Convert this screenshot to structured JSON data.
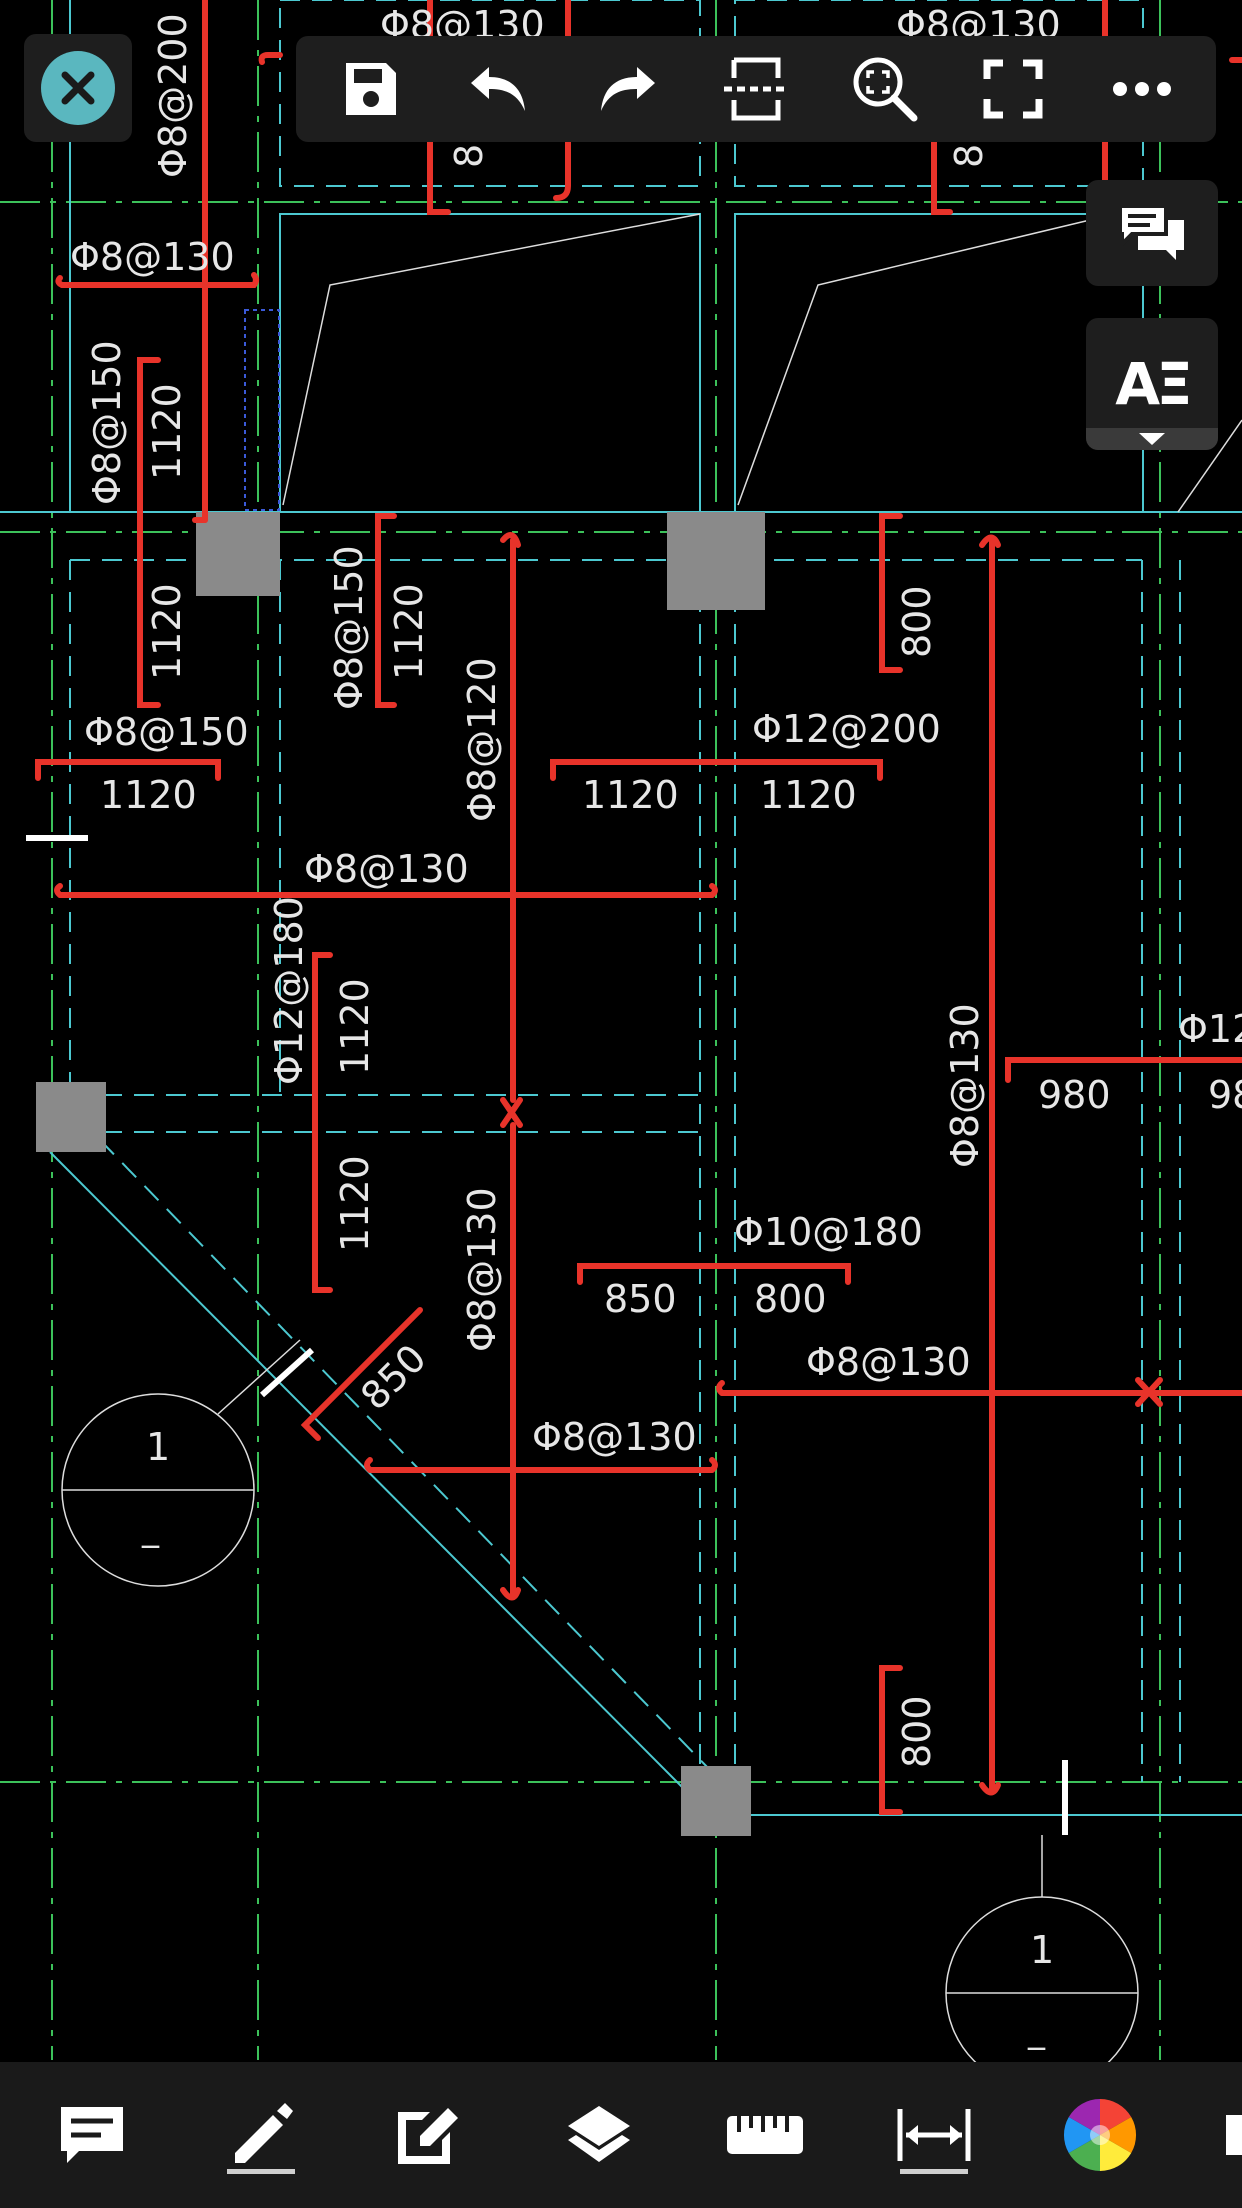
{
  "drawing": {
    "annotations": [
      {
        "id": "t1",
        "text": "Φ8@130"
      },
      {
        "id": "t2",
        "text": "Φ8@130"
      },
      {
        "id": "t3",
        "text": "Φ8@200"
      },
      {
        "id": "t4",
        "text": "8"
      },
      {
        "id": "t5",
        "text": "8"
      },
      {
        "id": "t6",
        "text": "Φ8@130"
      },
      {
        "id": "t7",
        "text": "Φ8@150"
      },
      {
        "id": "t8",
        "text": "1120"
      },
      {
        "id": "t9",
        "text": "1120"
      },
      {
        "id": "t10",
        "text": "Φ8@150"
      },
      {
        "id": "t11",
        "text": "1120"
      },
      {
        "id": "t12",
        "text": "800"
      },
      {
        "id": "t13",
        "text": "Φ8@120"
      },
      {
        "id": "t14",
        "text": "Φ8@150"
      },
      {
        "id": "t15",
        "text": "1120"
      },
      {
        "id": "t16",
        "text": "Φ12@200"
      },
      {
        "id": "t17",
        "text": "1120"
      },
      {
        "id": "t18",
        "text": "1120"
      },
      {
        "id": "t19",
        "text": "Φ8@130"
      },
      {
        "id": "t20",
        "text": "Φ12@180"
      },
      {
        "id": "t21",
        "text": "1120"
      },
      {
        "id": "t22",
        "text": "1120"
      },
      {
        "id": "t23",
        "text": "Φ8@130"
      },
      {
        "id": "t24",
        "text": "Φ12"
      },
      {
        "id": "t25",
        "text": "980"
      },
      {
        "id": "t26",
        "text": "98"
      },
      {
        "id": "t27",
        "text": "Φ10@180"
      },
      {
        "id": "t28",
        "text": "850"
      },
      {
        "id": "t29",
        "text": "800"
      },
      {
        "id": "t30",
        "text": "Φ8@130"
      },
      {
        "id": "t31",
        "text": "Φ8@130"
      },
      {
        "id": "t32",
        "text": "Φ8@130"
      },
      {
        "id": "t33",
        "text": "850"
      },
      {
        "id": "t34",
        "text": "1"
      },
      {
        "id": "t35",
        "text": "_"
      },
      {
        "id": "t36",
        "text": "800"
      },
      {
        "id": "t37",
        "text": "1"
      },
      {
        "id": "t38",
        "text": "_"
      }
    ]
  },
  "sidebar": {
    "text_button_label": "AΞ"
  },
  "colors": {
    "rebar": "#e8332a",
    "grid_cyan": "#4cc8d0",
    "grid_green": "#3cc15a",
    "column_fill": "#8a8a8a",
    "accent_teal": "#5ab7bf",
    "toolbar_bg": "#1e1e1e"
  },
  "icons": {
    "top": [
      "close-icon",
      "save-icon",
      "undo-icon",
      "redo-icon",
      "section-icon",
      "zoom-extents-icon",
      "fullscreen-icon",
      "more-icon"
    ],
    "side": [
      "comments-icon",
      "text-style-icon"
    ],
    "bottom": [
      "comment-icon",
      "draw-icon",
      "edit-icon",
      "layers-icon",
      "measure-icon",
      "dimension-icon",
      "color-wheel-icon",
      "more-tools-icon"
    ]
  }
}
